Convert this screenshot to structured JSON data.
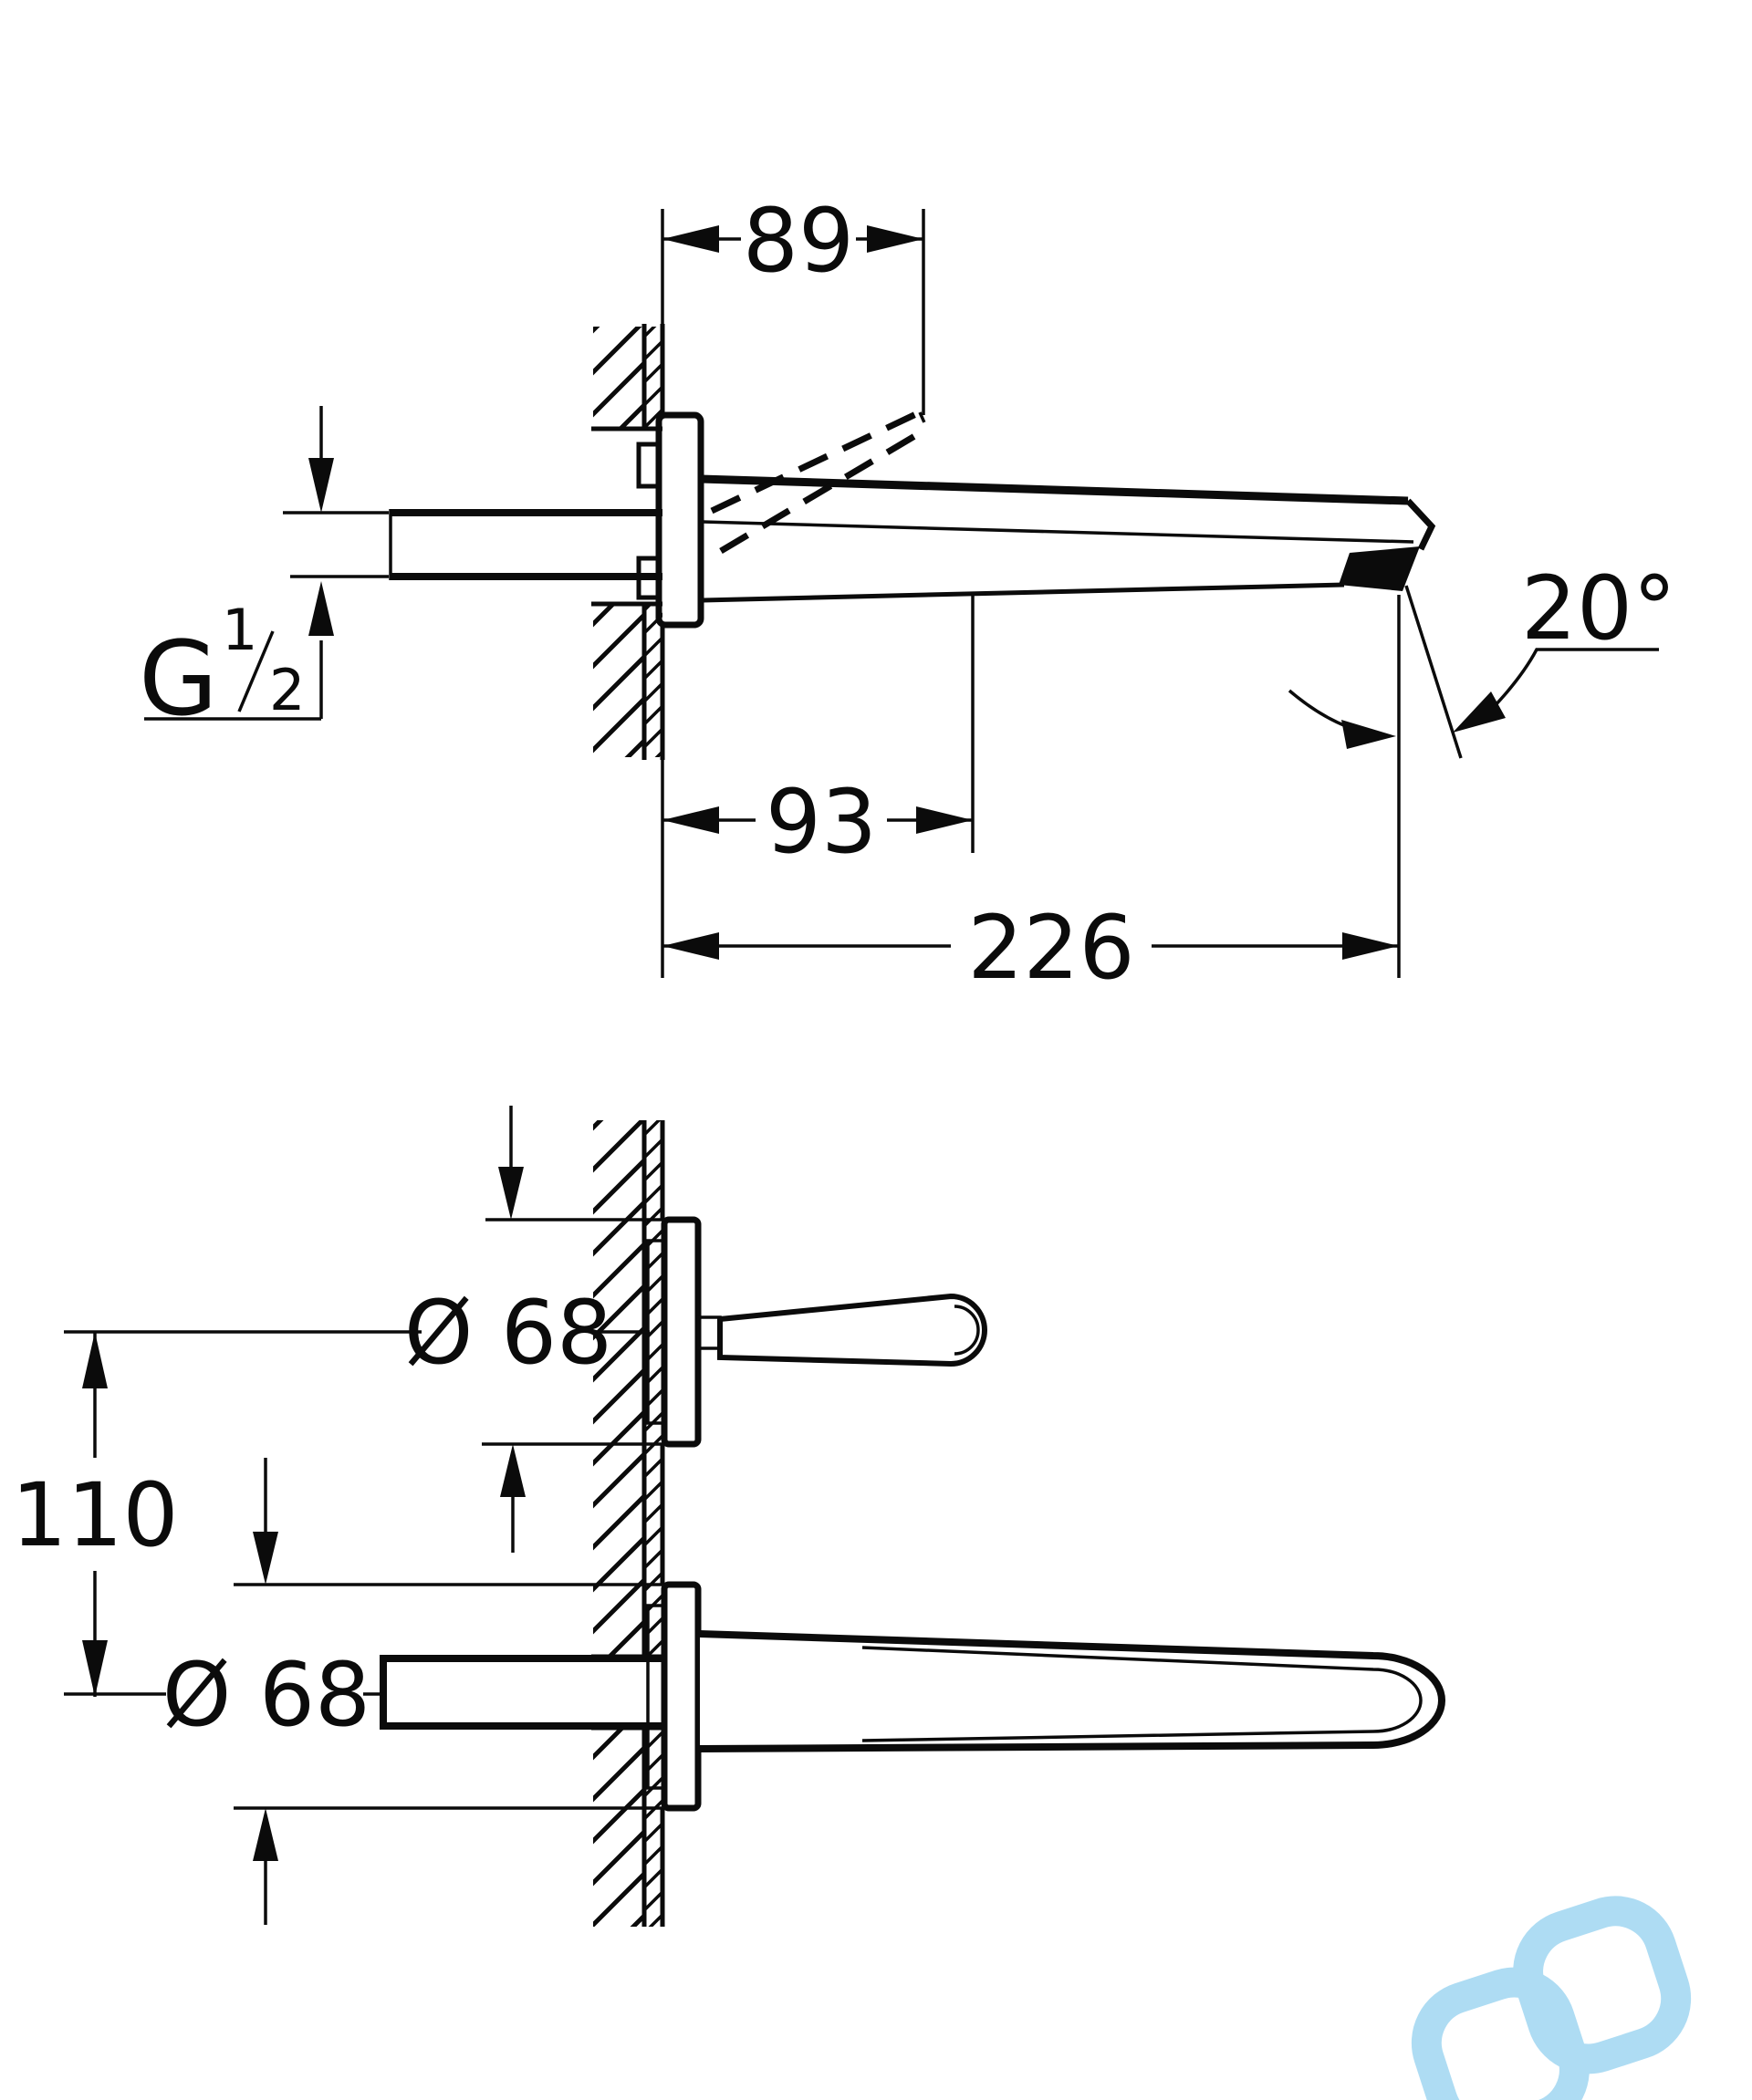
{
  "side_view": {
    "dim_wall_to_raised_tip": "89",
    "dim_wall_to_mid": "93",
    "dim_spout_length": "226",
    "swivel_angle": "20°",
    "thread_letter": "G",
    "thread_numerator": "1",
    "thread_slash": "/",
    "thread_denominator": "2"
  },
  "plan_view": {
    "handle_escutcheon_diameter": "Ø 68",
    "spout_escutcheon_diameter": "Ø 68",
    "center_distance": "110"
  },
  "colors": {
    "line": "#0b0b0b",
    "background": "#ffffff",
    "watermark": "#a6d9f2"
  }
}
